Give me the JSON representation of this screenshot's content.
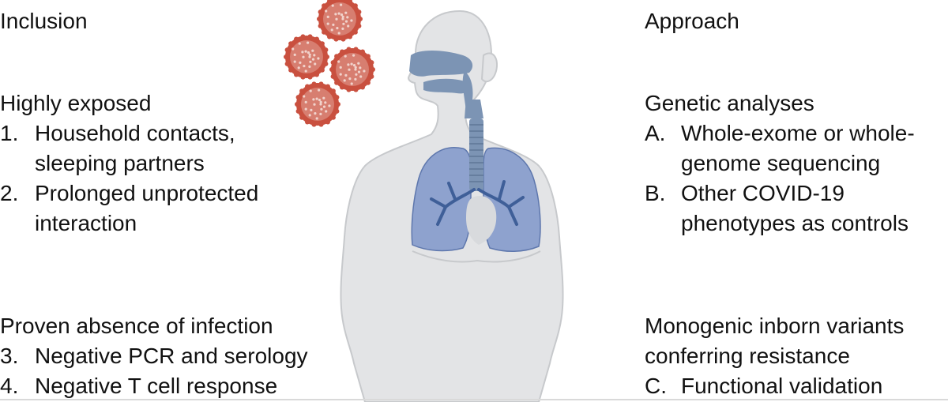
{
  "left": {
    "heading": "Inclusion",
    "group1": {
      "title": "Highly exposed",
      "item1": {
        "marker": "1.",
        "line1": "Household contacts,",
        "line2": "sleeping partners"
      },
      "item2": {
        "marker": "2.",
        "line1": "Prolonged unprotected",
        "line2": "interaction"
      }
    },
    "group2": {
      "title": "Proven absence of infection",
      "item3": {
        "marker": "3.",
        "text": "Negative PCR and serology"
      },
      "item4": {
        "marker": "4.",
        "text": "Negative T cell response"
      }
    }
  },
  "right": {
    "heading": "Approach",
    "group1": {
      "title": "Genetic analyses",
      "itemA": {
        "marker": "A.",
        "line1": "Whole-exome or whole-",
        "line2": "genome sequencing"
      },
      "itemB": {
        "marker": "B.",
        "line1": "Other COVID-19",
        "line2": "phenotypes as controls"
      }
    },
    "group2": {
      "line1": "Monogenic inborn variants",
      "line2": "conferring resistance",
      "itemC": {
        "marker": "C.",
        "text": "Functional validation"
      }
    }
  },
  "colors": {
    "body": "#e3e4e6",
    "body_outline": "#c7c9cc",
    "airway": "#7c94b4",
    "lungs": "#7f96c9",
    "lung_outline": "#5e77ad",
    "virus": "#c9503f",
    "virus_dots": "#f1d3cc"
  }
}
